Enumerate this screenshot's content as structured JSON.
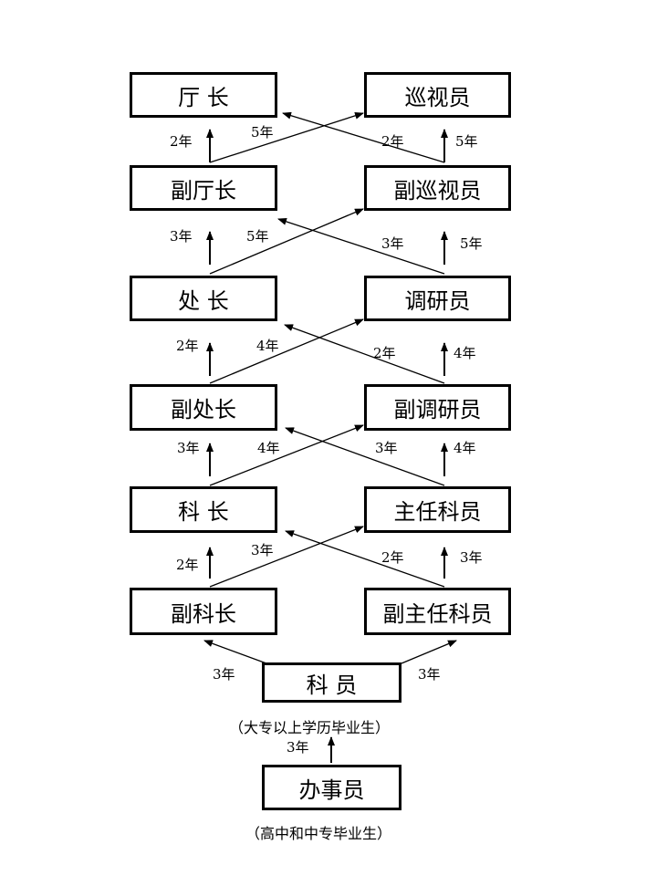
{
  "boxes": {
    "ting_zhang": "厅 长",
    "xun_shi_yuan": "巡视员",
    "fu_ting_zhang": "副厅长",
    "fu_xun_shi_yuan": "副巡视员",
    "chu_zhang": "处 长",
    "diao_yan_yuan": "调研员",
    "fu_chu_zhang": "副处长",
    "fu_diao_yan_yuan": "副调研员",
    "ke_zhang": "科 长",
    "zhu_ren_ke_yuan": "主任科员",
    "fu_ke_zhang": "副科长",
    "fu_zhu_ren_ke_yuan": "副主任科员",
    "ke_yuan": "科 员",
    "ban_shi_yuan": "办事员"
  },
  "labels": {
    "l1": "2年",
    "l2": "5年",
    "l3": "2年",
    "l4": "5年",
    "l5": "3年",
    "l6": "5年",
    "l7": "3年",
    "l8": "5年",
    "l9": "2年",
    "l10": "4年",
    "l11": "2年",
    "l12": "4年",
    "l13": "3年",
    "l14": "4年",
    "l15": "3年",
    "l16": "4年",
    "l17": "2年",
    "l18": "3年",
    "l19": "2年",
    "l20": "3年",
    "l21": "3年",
    "l22": "3年",
    "l23": "3年"
  },
  "notes": {
    "college": "（大专以上学历毕业生）",
    "high_school": "（高中和中专毕业生）"
  }
}
